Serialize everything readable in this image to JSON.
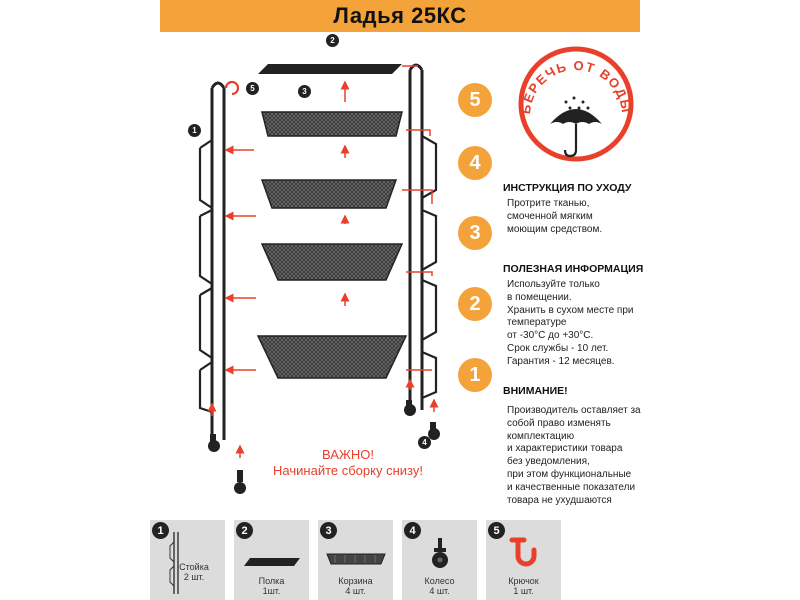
{
  "title": "Ладья 25КС",
  "steps": [
    "5",
    "4",
    "3",
    "2",
    "1"
  ],
  "part_markers": {
    "m1": "1",
    "m2": "2",
    "m3": "3",
    "m4": "4",
    "m5": "5"
  },
  "important": {
    "line1": "ВАЖНО!",
    "line2": "Начинайте сборку снизу!"
  },
  "care_emblem": {
    "text": "БЕРЕЧЬ ОТ ВОДЫ"
  },
  "care": {
    "heading": "ИНСТРУКЦИЯ ПО УХОДУ",
    "lines": [
      "Протрите тканью,",
      "смоченной мягким",
      "моющим средством."
    ]
  },
  "useful": {
    "heading": "ПОЛЕЗНАЯ ИНФОРМАЦИЯ",
    "lines": [
      "Используйте только",
      "в помещении.",
      "Хранить в сухом месте при",
      "температуре",
      "от -30°С до +30°С.",
      "Срок службы - 10 лет.",
      "Гарантия - 12 месяцев."
    ]
  },
  "warning": {
    "heading": "ВНИМАНИЕ!",
    "lines": [
      "Производитель оставляет за",
      "собой право изменять",
      "комплектацию",
      "и характеристики товара",
      "без уведомления,",
      "при этом функциональные",
      "и качественные показатели",
      "товара не ухудшаются"
    ]
  },
  "parts": [
    {
      "num": "1",
      "name": "Стойка",
      "qty": "2 шт."
    },
    {
      "num": "2",
      "name": "Полка",
      "qty": "1шт."
    },
    {
      "num": "3",
      "name": "Корзина",
      "qty": "4 шт."
    },
    {
      "num": "4",
      "name": "Колесо",
      "qty": "4 шт."
    },
    {
      "num": "5",
      "name": "Крючок",
      "qty": "1 шт."
    }
  ],
  "colors": {
    "accent": "#f4a23a",
    "red": "#e8402a",
    "dark": "#222222",
    "card": "#dcdcdc"
  }
}
